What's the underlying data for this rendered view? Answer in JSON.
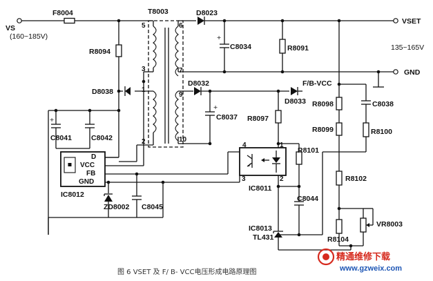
{
  "labels": {
    "vs": "VS",
    "vs_range": "(160~185V)",
    "fuse": "F8004",
    "transformer": "T8003",
    "d8023": "D8023",
    "vset": "VSET",
    "vset_range": "135~165V",
    "gnd": "GND",
    "c8034": "C8034",
    "r8091": "R8091",
    "r8094": "R8094",
    "d8038": "D8038",
    "d8032": "D8032",
    "fbvcc": "F/B-VCC",
    "d8033": "D8033",
    "c8037": "C8037",
    "r8097": "R8097",
    "r8098": "R8098",
    "r8099": "R8099",
    "c8038": "C8038",
    "r8100": "R8100",
    "c8041": "C8041",
    "c8042": "C8042",
    "ic8012": "IC8012",
    "ic8011": "IC8011",
    "r8101": "R8101",
    "r8102": "R8102",
    "c8044": "C8044",
    "zd8002": "ZD8002",
    "c8045": "C8045",
    "ic8013": "IC8013",
    "tl431": "TL431",
    "r8104": "R8104",
    "vr8003": "VR8003",
    "pin_d": "D",
    "pin_vcc": "VCC",
    "pin_fb": "FB",
    "pin_gnd": "GND",
    "t_pin5": "5",
    "t_pin3": "3",
    "t_pin1": "1",
    "t_pin2": "2",
    "t_pin6": "6",
    "t_pin7": "7",
    "t_pin9": "9",
    "t_pin10": "10",
    "oc_pin4": "4",
    "oc_pin1": "1",
    "oc_pin3": "3",
    "oc_pin2": "2",
    "plus": "+"
  },
  "caption": "图 6  VSET 及 F/ B- VCC电压形成电路原理图",
  "watermark": {
    "line1": "精通维修下载",
    "line2": "www.gzweix.com",
    "brand_color": "#d62a1e",
    "url_color": "#1e56b5"
  }
}
